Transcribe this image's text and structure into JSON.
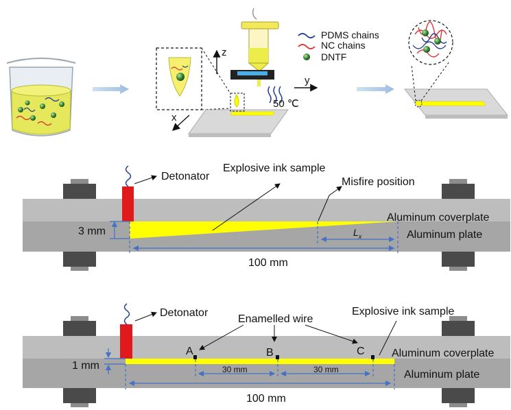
{
  "top": {
    "legend": {
      "pdms": "PDMS  chains",
      "nc": "NC chains",
      "dntf": "DNTF"
    },
    "axis_z": "z",
    "axis_y": "y",
    "axis_x": "x",
    "temperature": "50 ℃"
  },
  "middle": {
    "detonator": "Detonator",
    "sample": "Explosive ink sample",
    "misfire": "Misfire position",
    "coverplate": "Aluminum coverplate",
    "plate": "Aluminum plate",
    "thickness": "3 mm",
    "length": "100 mm",
    "lx_main": "L",
    "lx_sub": "x"
  },
  "bottom": {
    "detonator": "Detonator",
    "wire": "Enamelled wire",
    "sample": "Explosive ink sample",
    "coverplate": "Aluminum coverplate",
    "plate": "Aluminum plate",
    "thickness": "1 mm",
    "length": "100 mm",
    "point_a": "A",
    "point_b": "B",
    "point_c": "C",
    "seg1": "30 mm",
    "seg2": "30 mm"
  },
  "colors": {
    "ink": "#ffff00",
    "detonator": "#e0191c",
    "plate_light": "#bdbdbd",
    "plate_dark": "#a6a6a6",
    "dimension": "#4472c4"
  }
}
